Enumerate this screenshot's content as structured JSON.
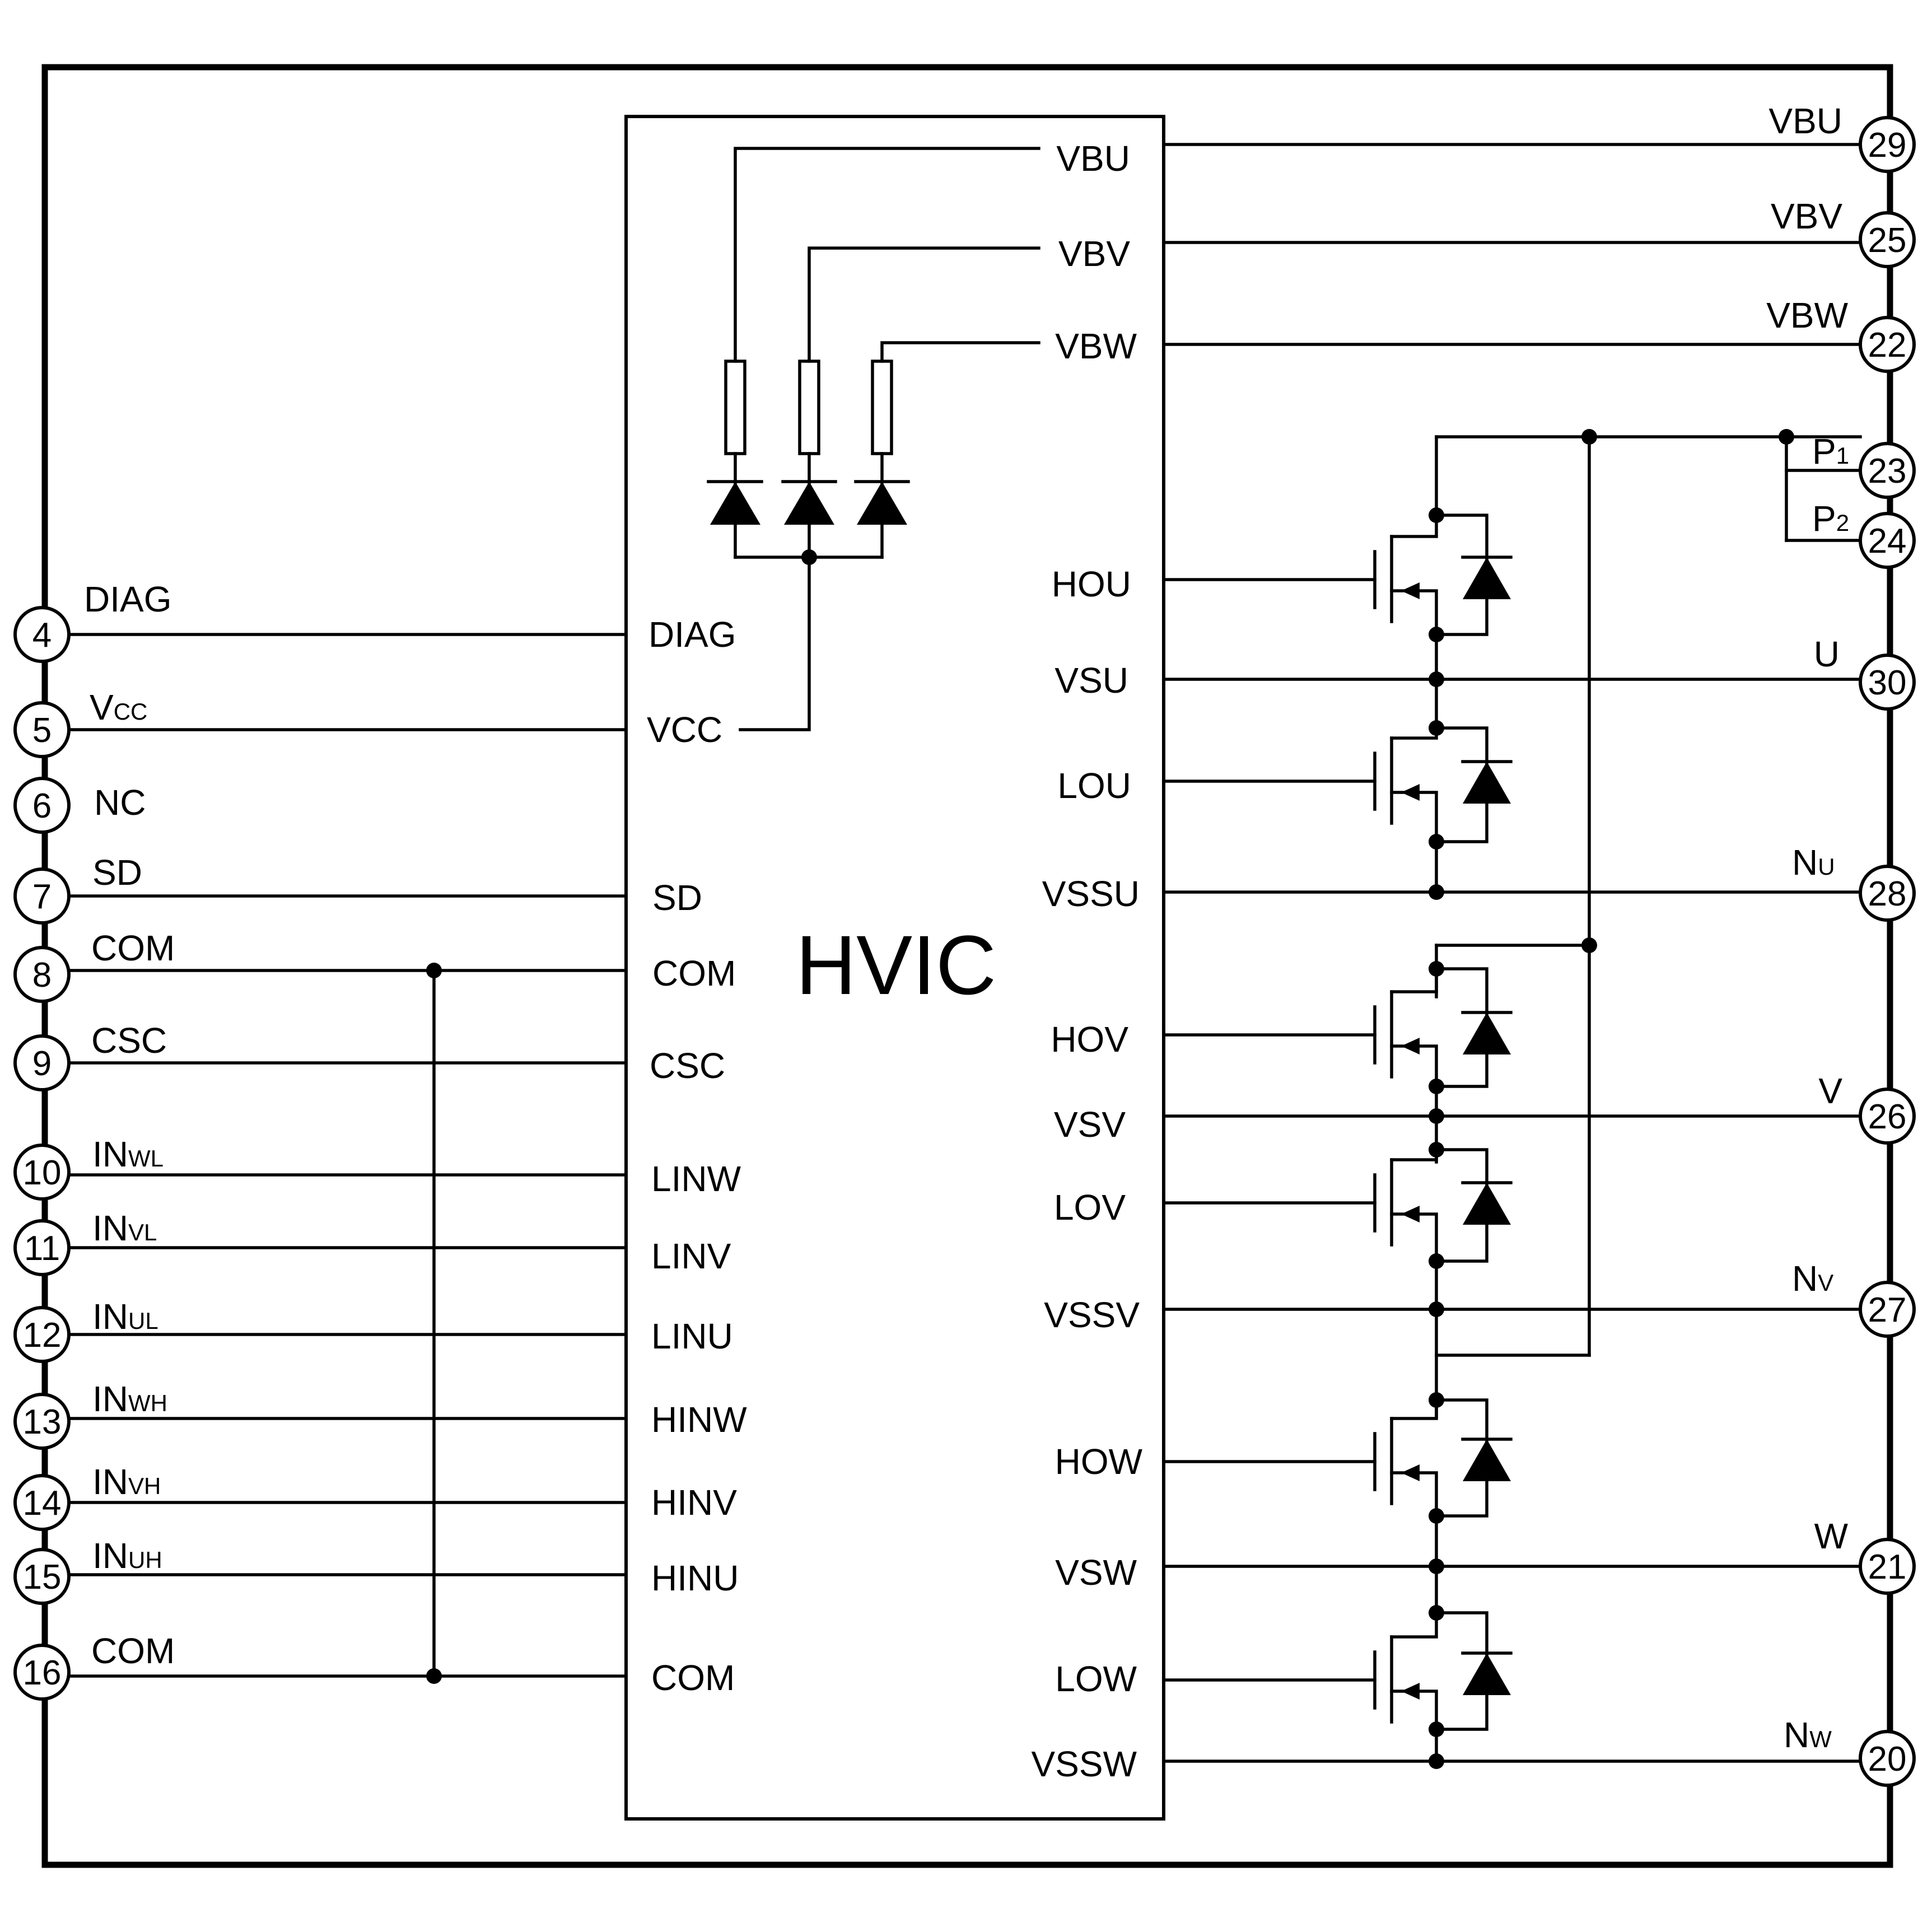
{
  "ic": {
    "name": "HVIC"
  },
  "left_pins": [
    {
      "num": "4",
      "label": "DIAG",
      "sub": ""
    },
    {
      "num": "5",
      "label": "V",
      "sub": "CC"
    },
    {
      "num": "6",
      "label": "NC",
      "sub": ""
    },
    {
      "num": "7",
      "label": "SD",
      "sub": ""
    },
    {
      "num": "8",
      "label": "COM",
      "sub": ""
    },
    {
      "num": "9",
      "label": "CSC",
      "sub": ""
    },
    {
      "num": "10",
      "label": "IN",
      "sub": "WL"
    },
    {
      "num": "11",
      "label": "IN",
      "sub": "VL"
    },
    {
      "num": "12",
      "label": "IN",
      "sub": "UL"
    },
    {
      "num": "13",
      "label": "IN",
      "sub": "WH"
    },
    {
      "num": "14",
      "label": "IN",
      "sub": "VH"
    },
    {
      "num": "15",
      "label": "IN",
      "sub": "UH"
    },
    {
      "num": "16",
      "label": "COM",
      "sub": ""
    }
  ],
  "right_pins": [
    {
      "num": "29",
      "label": "VBU",
      "sub": ""
    },
    {
      "num": "25",
      "label": "VBV",
      "sub": ""
    },
    {
      "num": "22",
      "label": "VBW",
      "sub": ""
    },
    {
      "num": "23",
      "label": "P",
      "sub": "1"
    },
    {
      "num": "24",
      "label": "P",
      "sub": "2"
    },
    {
      "num": "30",
      "label": "U",
      "sub": ""
    },
    {
      "num": "28",
      "label": "N",
      "sub": "U"
    },
    {
      "num": "26",
      "label": "V",
      "sub": ""
    },
    {
      "num": "27",
      "label": "N",
      "sub": "V"
    },
    {
      "num": "21",
      "label": "W",
      "sub": ""
    },
    {
      "num": "20",
      "label": "N",
      "sub": "W"
    }
  ],
  "ic_left_pins": [
    "DIAG",
    "VCC",
    "SD",
    "COM",
    "CSC",
    "LINW",
    "LINV",
    "LINU",
    "HINW",
    "HINV",
    "HINU",
    "COM"
  ],
  "ic_right_pins": [
    "VBU",
    "VBV",
    "VBW",
    "HOU",
    "VSU",
    "LOU",
    "VSSU",
    "HOV",
    "VSV",
    "LOV",
    "VSSV",
    "HOW",
    "VSW",
    "LOW",
    "VSSW"
  ]
}
